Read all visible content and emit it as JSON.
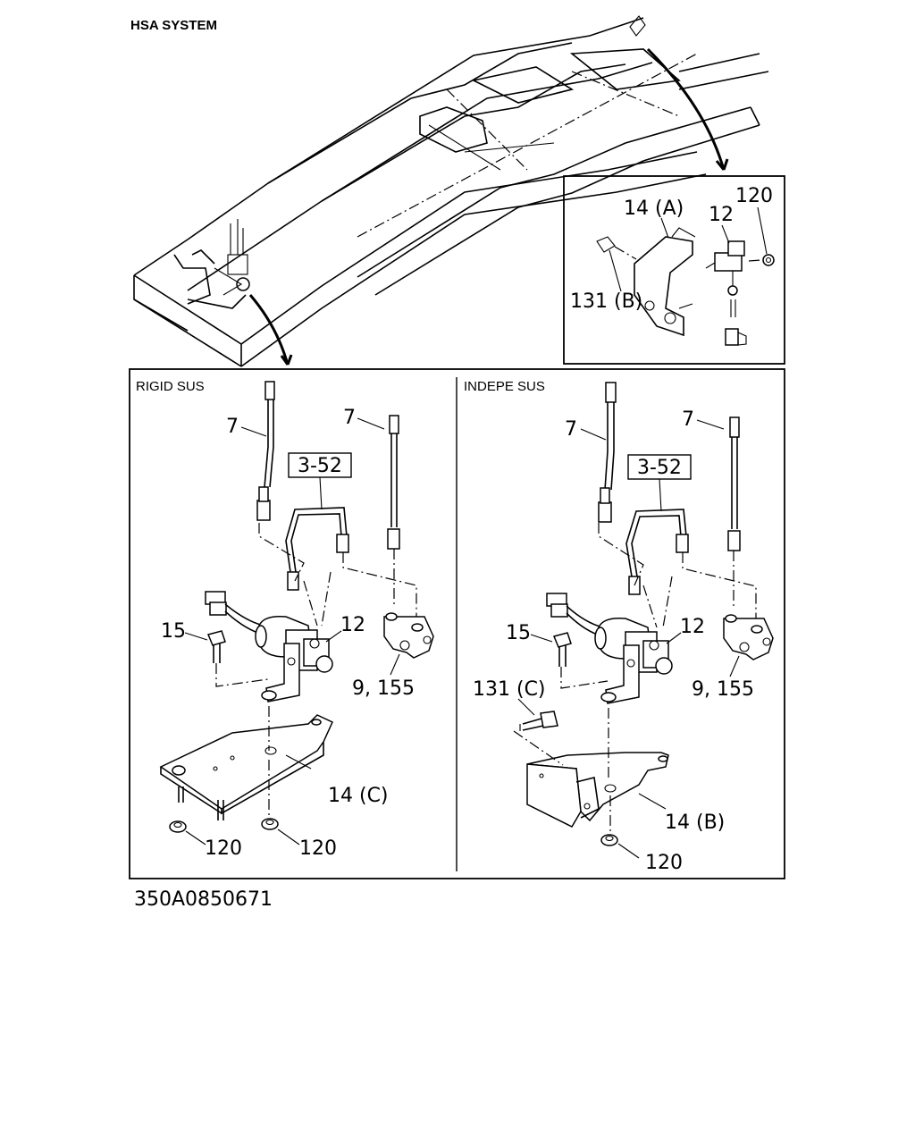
{
  "title": "HSA SYSTEM",
  "diagram_code": "350A0850671",
  "sections": {
    "rigid": {
      "label": "RIGID SUS"
    },
    "indepe": {
      "label": "INDEPE SUS"
    }
  },
  "detail_callouts": {
    "bracket": "14 (A)",
    "valve": "12",
    "nut": "120",
    "bolt": "131 (B)"
  },
  "rigid_callouts": {
    "pipe_left": "7",
    "pipe_right": "7",
    "ref": "3-52",
    "bolt": "15",
    "valve": "12",
    "union": "9, 155",
    "bracket": "14 (C)",
    "nut_left": "120",
    "nut_right": "120"
  },
  "indepe_callouts": {
    "pipe_left": "7",
    "pipe_right": "7",
    "ref": "3-52",
    "bolt": "15",
    "valve": "12",
    "union": "9, 155",
    "bolt_c": "131 (C)",
    "bracket": "14 (B)",
    "nut": "120"
  }
}
